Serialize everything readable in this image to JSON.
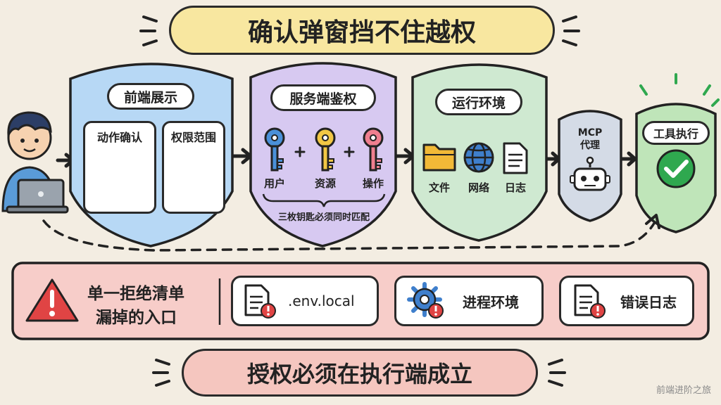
{
  "title": "确认弹窗挡不住越权",
  "footer": "授权必须在执行端成立",
  "watermark": "前端进阶之旅",
  "stages": {
    "frontend": {
      "title": "前端展示",
      "confirm_label": "动作确认",
      "scope_label": "权限范围"
    },
    "server_auth": {
      "title": "服务端鉴权",
      "keys": [
        "用户",
        "资源",
        "操作"
      ],
      "note": "三枚钥匙必须同时匹配"
    },
    "runtime": {
      "title": "运行环境",
      "items": [
        "文件",
        "网络",
        "日志"
      ]
    },
    "mcp": {
      "title": "MCP\n代理"
    },
    "execution": {
      "title": "工具执行"
    }
  },
  "warning": {
    "line1": "单一拒绝清单",
    "line2": "漏掉的入口",
    "items": [
      ".env.local",
      "进程环境",
      "错误日志"
    ]
  },
  "colors": {
    "background": "#f3ede2",
    "title_bg": "#f8e7a0",
    "frontend": "#b7d8f5",
    "server_auth": "#d7c9f1",
    "runtime": "#cfe9d1",
    "mcp": "#d4dbe6",
    "execution": "#bfe5b9",
    "warning_bg": "#f7cdc9",
    "footer_bg": "#f5c6bf",
    "danger": "#e04444",
    "ok": "#2fa84f"
  }
}
